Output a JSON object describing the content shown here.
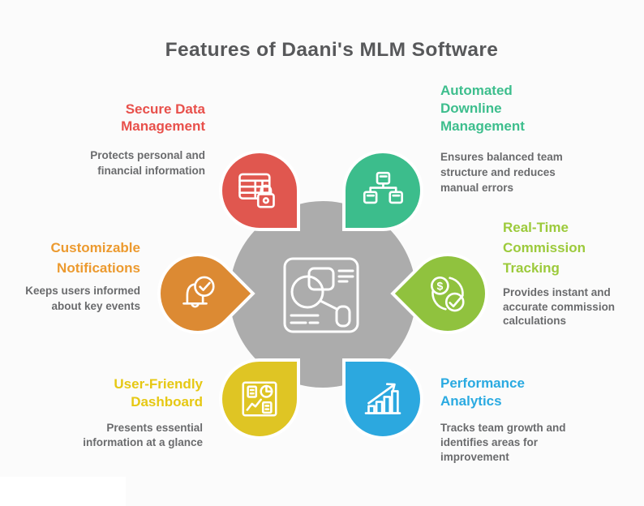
{
  "title": "Features of Daani's MLM Software",
  "center": {
    "icon": "flowchart-document-icon",
    "circle_color": "#ACACAC"
  },
  "colors": {
    "title_text": "#57585A",
    "body_text": "#6A6B6D",
    "background": "#fbfbfb"
  },
  "features": [
    {
      "id": "secure-data-management",
      "title": "Secure Data\nManagement",
      "description": "Protects personal and\nfinancial information",
      "color": "#E0574F",
      "heading_color": "#E8504B",
      "icon": "table-lock-icon"
    },
    {
      "id": "automated-downline-management",
      "title": "Automated\nDownline\nManagement",
      "description": "Ensures balanced team\nstructure and reduces\nmanual errors",
      "color": "#3CBD8C",
      "heading_color": "#3DBE8D",
      "icon": "org-chart-icon"
    },
    {
      "id": "customizable-notifications",
      "title": "Customizable\nNotifications",
      "description": "Keeps users informed\nabout key events",
      "color": "#DC8A33",
      "heading_color": "#EC9A2F",
      "icon": "bell-check-icon"
    },
    {
      "id": "real-time-commission-tracking",
      "title": "Real-Time\nCommission\nTracking",
      "description": "Provides instant and\naccurate commission\ncalculations",
      "color": "#90C23E",
      "heading_color": "#9CCA3B",
      "icon": "dollar-sync-check-icon"
    },
    {
      "id": "user-friendly-dashboard",
      "title": "User-Friendly\nDashboard",
      "description": "Presents essential\ninformation at a glance",
      "color": "#DFC524",
      "heading_color": "#E6C813",
      "icon": "dashboard-widgets-icon"
    },
    {
      "id": "performance-analytics",
      "title": "Performance\nAnalytics",
      "description": "Tracks team growth and\nidentifies areas for\nimprovement",
      "color": "#2CA8DF",
      "heading_color": "#2AAAE1",
      "icon": "bar-chart-arrow-icon"
    }
  ]
}
